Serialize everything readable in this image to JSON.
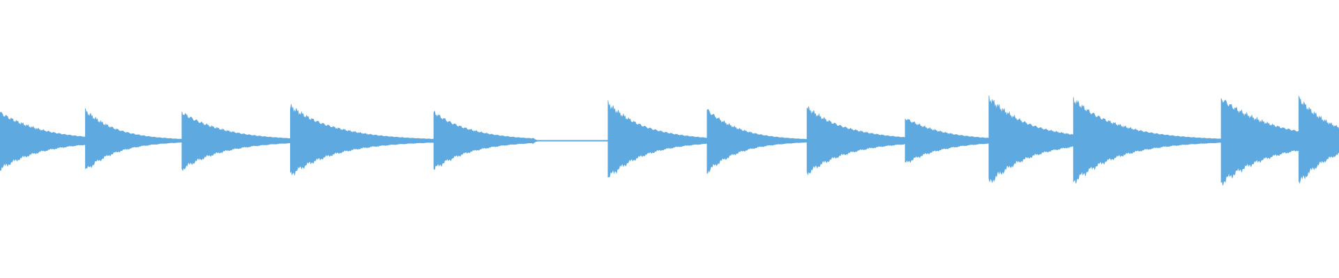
{
  "waveform": {
    "color": "#5ea9e0",
    "background": "#ffffff",
    "baseline": 0,
    "duration_units": 1568,
    "hits": [
      {
        "t": 0,
        "amp": 0.4,
        "decay": 50
      },
      {
        "t": 100,
        "amp": 0.42,
        "decay": 38
      },
      {
        "t": 213,
        "amp": 0.4,
        "decay": 50
      },
      {
        "t": 340,
        "amp": 0.48,
        "decay": 55
      },
      {
        "t": 508,
        "amp": 0.4,
        "decay": 45
      },
      {
        "t": 624,
        "amp": 0.04,
        "decay": 3
      },
      {
        "t": 712,
        "amp": 0.52,
        "decay": 45
      },
      {
        "t": 828,
        "amp": 0.44,
        "decay": 38
      },
      {
        "t": 945,
        "amp": 0.46,
        "decay": 50
      },
      {
        "t": 1060,
        "amp": 0.32,
        "decay": 45
      },
      {
        "t": 1158,
        "amp": 0.6,
        "decay": 50
      },
      {
        "t": 1257,
        "amp": 0.58,
        "decay": 55
      },
      {
        "t": 1430,
        "amp": 0.6,
        "decay": 60
      },
      {
        "t": 1521,
        "amp": 0.6,
        "decay": 40
      }
    ]
  }
}
